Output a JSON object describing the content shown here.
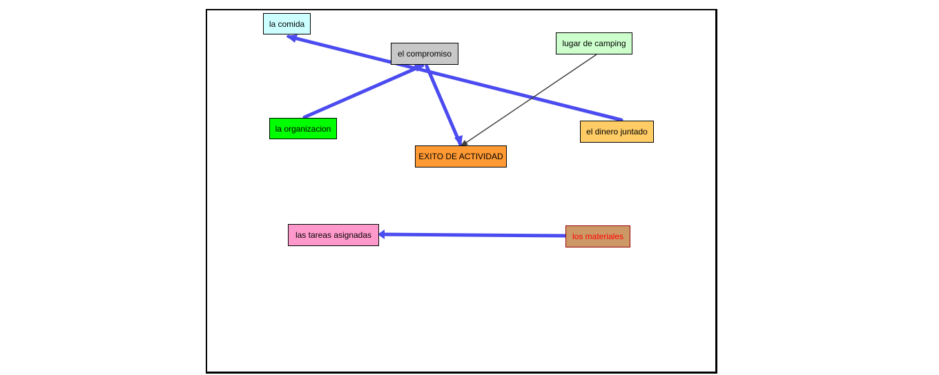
{
  "diagram": {
    "nodes": [
      {
        "id": "comida",
        "label": "la comida",
        "fill": "#ccffff",
        "text_color": "#000000",
        "border": "#000000"
      },
      {
        "id": "compromiso",
        "label": "el compromiso",
        "fill": "#c8c8c8",
        "text_color": "#000000",
        "border": "#000000"
      },
      {
        "id": "camping",
        "label": "lugar de camping",
        "fill": "#ccffcc",
        "text_color": "#000000",
        "border": "#000000"
      },
      {
        "id": "organizacion",
        "label": "la organizacion",
        "fill": "#00ff00",
        "text_color": "#000000",
        "border": "#000000"
      },
      {
        "id": "dinero",
        "label": "el dinero juntado",
        "fill": "#ffcc66",
        "text_color": "#000000",
        "border": "#000000"
      },
      {
        "id": "exito",
        "label": "EXITO DE ACTIVIDAD",
        "fill": "#ff9933",
        "text_color": "#000000",
        "border": "#000000"
      },
      {
        "id": "tareas",
        "label": "las tareas asignadas",
        "fill": "#ff99cc",
        "text_color": "#000000",
        "border": "#000000"
      },
      {
        "id": "materiales",
        "label": "los materiales",
        "fill": "#cc9966",
        "text_color": "#ff0000",
        "border": "#990000"
      }
    ],
    "edges": [
      {
        "from": "dinero",
        "to": "comida",
        "style": "thick",
        "color": "#4b4bf0"
      },
      {
        "from": "organizacion",
        "to": "compromiso",
        "style": "thick",
        "color": "#4b4bf0"
      },
      {
        "from": "compromiso",
        "to": "exito",
        "style": "thick",
        "color": "#4b4bf0"
      },
      {
        "from": "camping",
        "to": "exito",
        "style": "thin",
        "color": "#404040"
      },
      {
        "from": "materiales",
        "to": "tareas",
        "style": "thick",
        "color": "#4b4bf0"
      }
    ]
  }
}
